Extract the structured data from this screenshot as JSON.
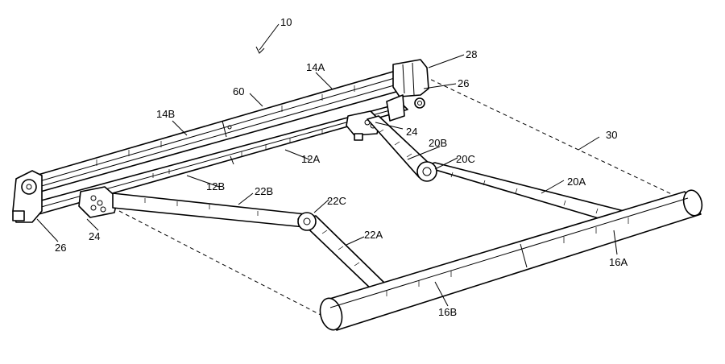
{
  "labels": {
    "assembly": "10",
    "joint_top": "28",
    "end_cap_right": "26",
    "end_cap_left": "26",
    "bracket_right": "24",
    "bracket_left": "24",
    "roller_front": "14A",
    "roller_back": "14B",
    "canopy": "60",
    "rail_front": "12A",
    "rail_back": "12B",
    "dashed_boundary": "30",
    "arm_right_upper": "20B",
    "arm_right_elbow": "20C",
    "arm_right_lower": "20A",
    "arm_left_upper": "22B",
    "arm_left_elbow": "22C",
    "arm_left_lower": "22A",
    "front_bar_right": "16A",
    "front_bar_left": "16B"
  }
}
